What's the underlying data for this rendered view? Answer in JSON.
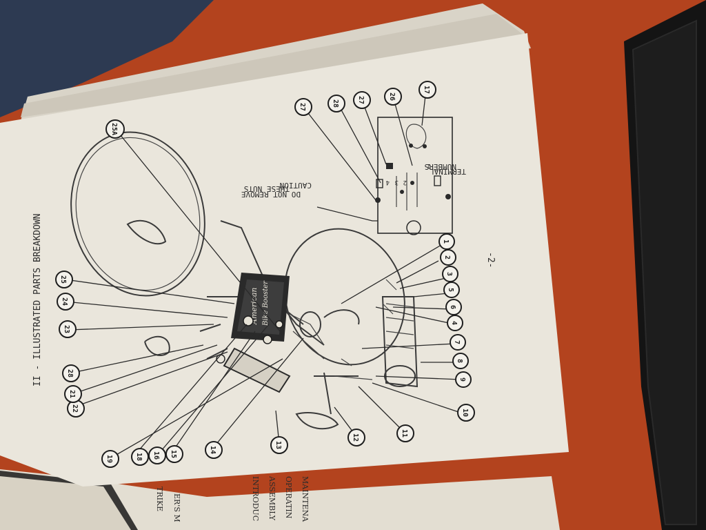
{
  "page": {
    "section_title": "II - ILLUSTRATED PARTS BREAKDOWN",
    "page_number": "-2-",
    "caution_lines": [
      "CAUTION",
      "DO NOT REMOVE",
      "THESE NUTS"
    ],
    "terminal_lines": [
      "TERMINAL",
      "NUMBERS"
    ],
    "terminal_marks": [
      "1",
      "2",
      "3",
      "4"
    ],
    "panel_brand": [
      "American",
      "Bike Booster"
    ],
    "callout_labels": [
      "1",
      "2",
      "3",
      "4",
      "5",
      "6",
      "7",
      "8",
      "9",
      "10",
      "11",
      "12",
      "13",
      "14",
      "15",
      "16",
      "17",
      "18",
      "19",
      "21",
      "22",
      "23",
      "24",
      "25",
      "25A",
      "26",
      "27",
      "28"
    ]
  },
  "underlying_booklet": {
    "left_fragments": [
      "TRIKE",
      "ER'S M"
    ],
    "toc_fragments": [
      "INTRODUC",
      "ASSEMBLY",
      "OPERATIN",
      "MAINTENA"
    ]
  },
  "colors": {
    "table": "#b3431e",
    "paper": "#eae6dc",
    "ink": "#1d1d1d",
    "device": "#141414"
  }
}
